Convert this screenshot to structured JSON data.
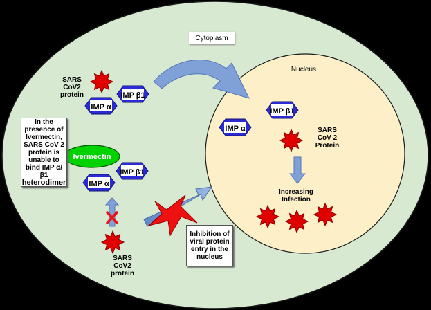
{
  "labels": {
    "cytoplasm": "Cytoplasm",
    "nucleus": "Nucleus",
    "sars_top": "SARS CoV2 protein",
    "imp_alpha": "IMP α",
    "imp_beta1": "IMP β1",
    "ivermectin": "Ivermectin",
    "note_line1": "In the presence of Ivermectin, SARS CoV 2 protein is unable to bind IMP α/β1",
    "note_line2": "heterodimer",
    "sars_nucleus": "SARS CoV 2 Protein",
    "increasing_infection": "Increasing Infection",
    "sars_bottom": "SARS CoV2 protein",
    "inhibition": "Inhibition of viral protein entry in the nucleus"
  },
  "colors": {
    "cell": "#d8e9d1",
    "nucleus": "#fdefc8",
    "imp_fill": "#2a2ad8",
    "imp_inner": "#ffffff",
    "protein": "#e00000",
    "ivermectin": "#00d200",
    "arrow": "#7fa1d8",
    "block_x": "#ee1111"
  }
}
